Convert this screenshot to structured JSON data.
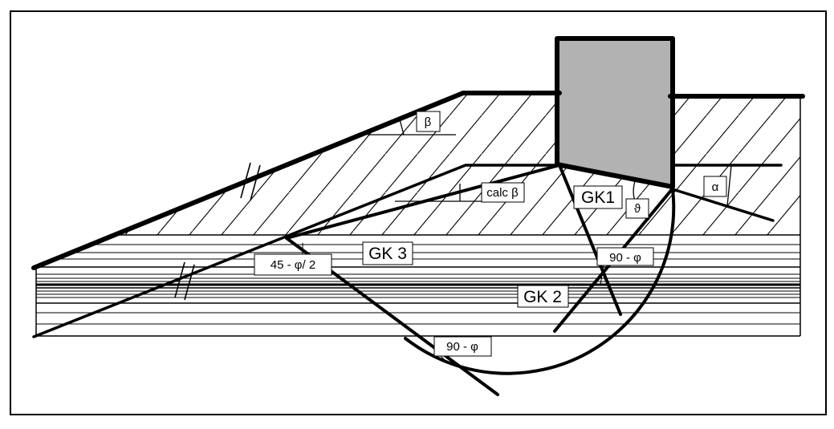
{
  "diagram": {
    "description": "Slope failure mechanisms with embedded foundation",
    "labels": {
      "beta": "β",
      "calc_beta": "calc β",
      "gk1": "GK1",
      "theta": "ϑ",
      "alpha": "α",
      "gk3": "GK 3",
      "angle_45_phi_half": "45 - φ/ 2",
      "angle_90_phi_upper": "90 - φ",
      "gk2": "GK 2",
      "angle_90_phi_lower": "90 - φ"
    },
    "colors": {
      "background": "#ffffff",
      "line": "#000000",
      "foundation_fill": "#b2b2b2",
      "label_box_fill": "#ffffff"
    }
  }
}
